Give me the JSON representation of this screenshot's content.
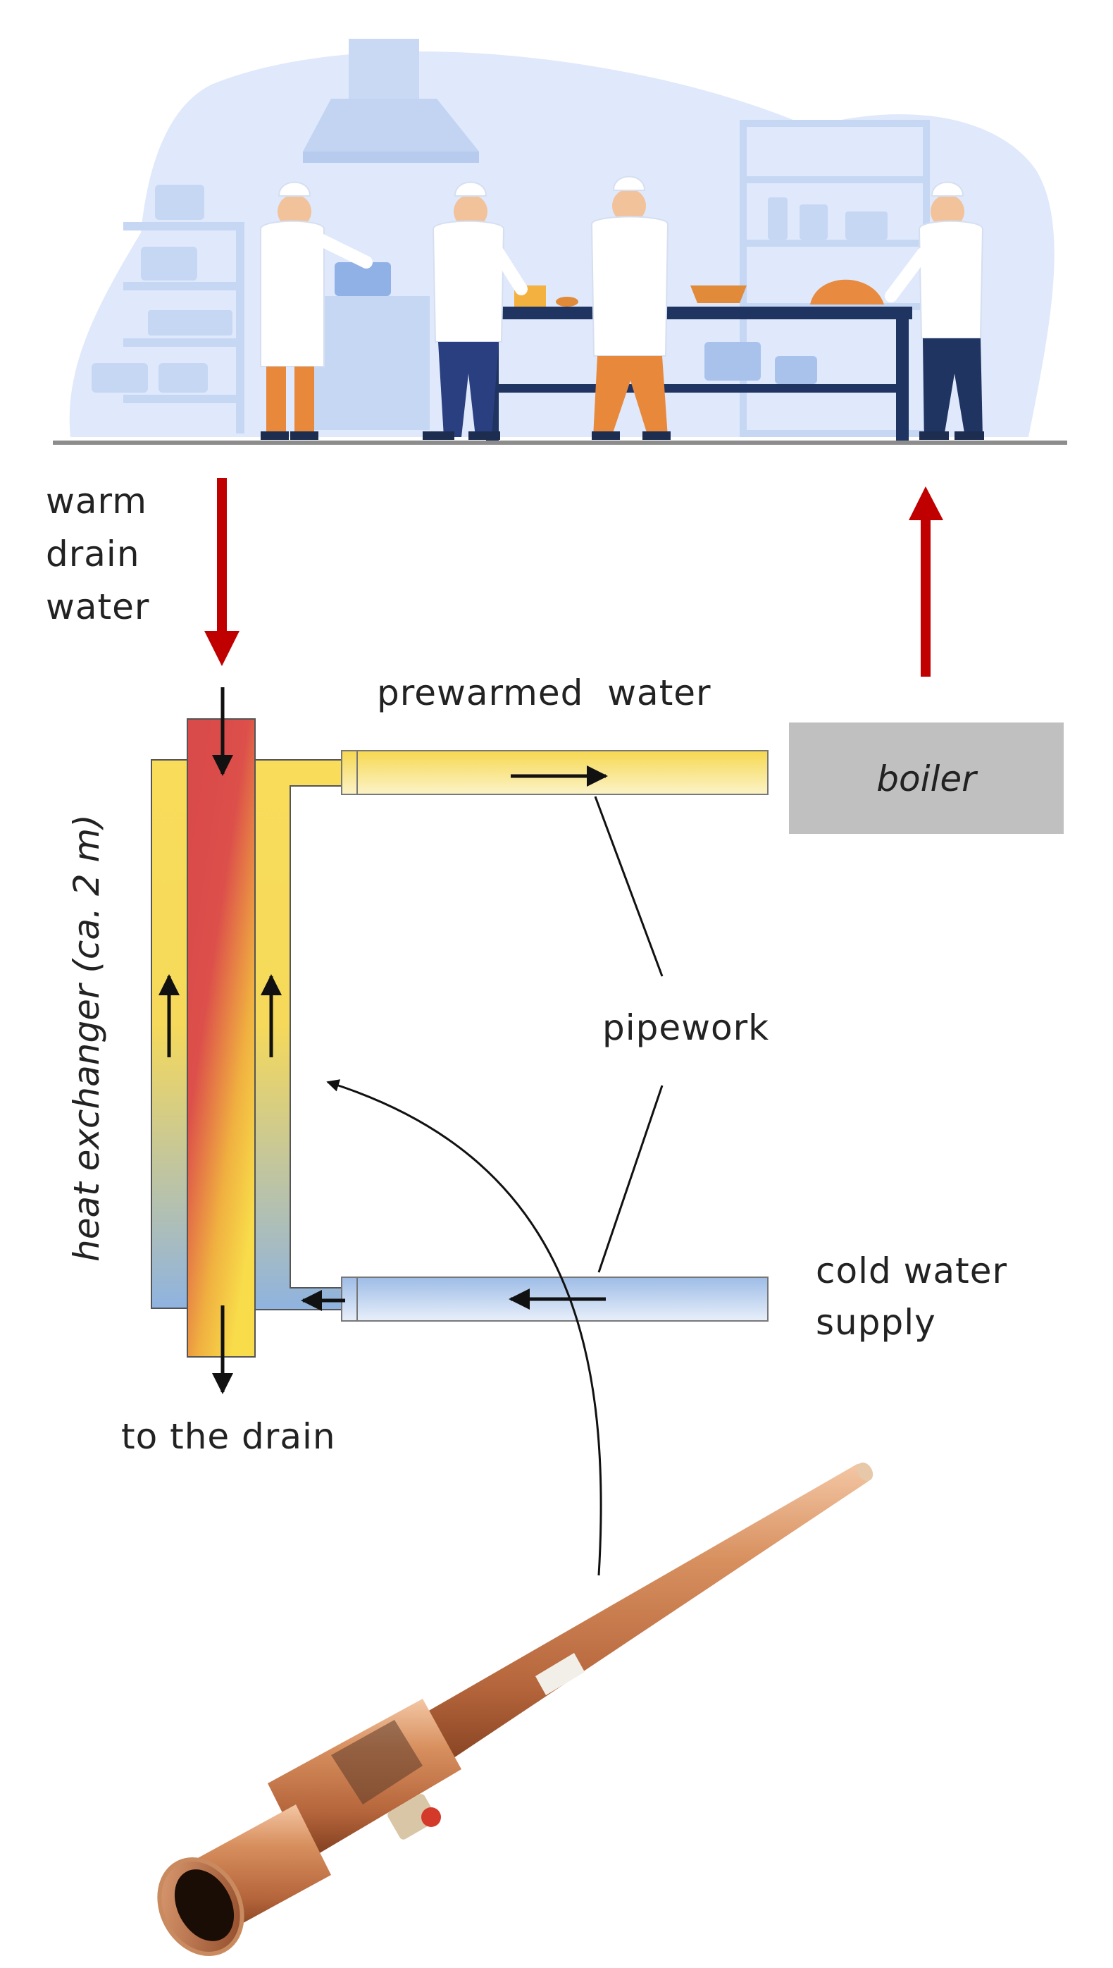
{
  "labels": {
    "warm_drain_line1": "warm",
    "warm_drain_line2": "drain",
    "warm_drain_line3": "water",
    "prewarmed_water": "prewarmed  water",
    "boiler": "boiler",
    "pipework": "pipework",
    "heat_exchanger": "heat exchanger (ca. 2 m)",
    "cold_water_line1": "cold water",
    "cold_water_line2": "supply",
    "to_the_drain": "to the drain"
  },
  "colors": {
    "flow_arrow": "#c00000",
    "drain_pipe_warm": "#d94a4a",
    "drain_pipe_cool": "#f5dc4a",
    "jacket_warm": "#f8dc5a",
    "jacket_cold": "#8fb3e0",
    "boiler_box": "#c0c0c0",
    "kitchen_bg": "#dfe9fb",
    "copper": "#c87a4e"
  }
}
